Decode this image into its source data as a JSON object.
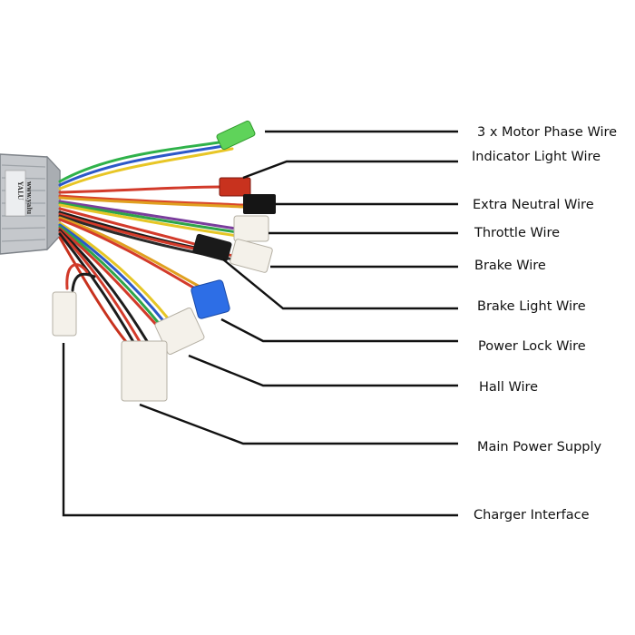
{
  "controller": {
    "brand_text": "YALU",
    "site_text": "www.yalu",
    "colors": {
      "body": "#c9ccd0",
      "fin": "#9ea3a8",
      "edge": "#7d8288"
    }
  },
  "labels": [
    {
      "key": "motor_phase",
      "text": "3 x Motor Phase Wire"
    },
    {
      "key": "indicator_light",
      "text": "Indicator Light Wire"
    },
    {
      "key": "extra_neutral",
      "text": "Extra Neutral Wire"
    },
    {
      "key": "throttle",
      "text": "Throttle Wire"
    },
    {
      "key": "brake",
      "text": "Brake Wire"
    },
    {
      "key": "brake_light",
      "text": "Brake Light Wire"
    },
    {
      "key": "power_lock",
      "text": "Power Lock Wire"
    },
    {
      "key": "hall",
      "text": "Hall Wire"
    },
    {
      "key": "main_power",
      "text": "Main Power Supply"
    },
    {
      "key": "charger",
      "text": "Charger Interface"
    }
  ],
  "connector_colors": {
    "motor_phase": "#5fd35a",
    "indicator_light": "#c8321e",
    "extra_neutral": "#151515",
    "throttle": "#f4f1ea",
    "brake": "#f4f1ea",
    "brake_light": "#2d6ee6",
    "power_lock": "#f4f1ea",
    "hall": "#f4f1ea",
    "main_power": "#f4f1ea",
    "charger": "#f4f1ea"
  }
}
